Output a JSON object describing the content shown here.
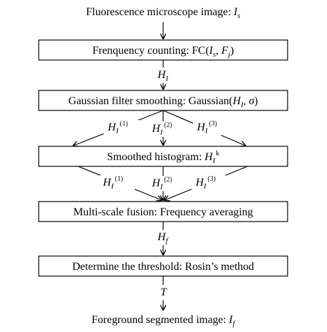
{
  "diagram": {
    "input": {
      "label": "Fluorescence microscope image: ",
      "var": "I",
      "sub": "s"
    },
    "step1": {
      "label": "Frenquency counting: FC(",
      "a": "I",
      "a_sub": "s",
      "b": "F",
      "b_sub": "j",
      "close": ")"
    },
    "edge1": {
      "var": "H",
      "sub": "I"
    },
    "step2": {
      "label": "Gaussian filter smoothing: Gaussian(",
      "a": "H",
      "a_sub": "I",
      "sep": ", ",
      "sigma": "σ",
      "close": ")"
    },
    "branch_top": [
      {
        "var": "H",
        "sub": "I",
        "sup": "(1)"
      },
      {
        "var": "H",
        "sub": "I",
        "sup": "(2)"
      },
      {
        "var": "H",
        "sub": "I",
        "sup": "(3)"
      }
    ],
    "step3": {
      "label": "Smoothed histogram: ",
      "var": "H",
      "sub": "I",
      "sup": "k"
    },
    "branch_bottom": [
      {
        "var": "H",
        "sub": "I",
        "sup": "(1)"
      },
      {
        "var": "H",
        "sub": "I",
        "sup": "(2)"
      },
      {
        "var": "H",
        "sub": "I",
        "sup": "(3)"
      }
    ],
    "step4": {
      "label": "Multi-scale fusion: Frequency averaging"
    },
    "edge4": {
      "var": "H",
      "sub": "f"
    },
    "step5": {
      "label": "Determine the threshold: Rosin’s method"
    },
    "edge5": {
      "var": "T"
    },
    "output": {
      "label": "Foreground segmented image: ",
      "var": "I",
      "sub": "f"
    }
  }
}
